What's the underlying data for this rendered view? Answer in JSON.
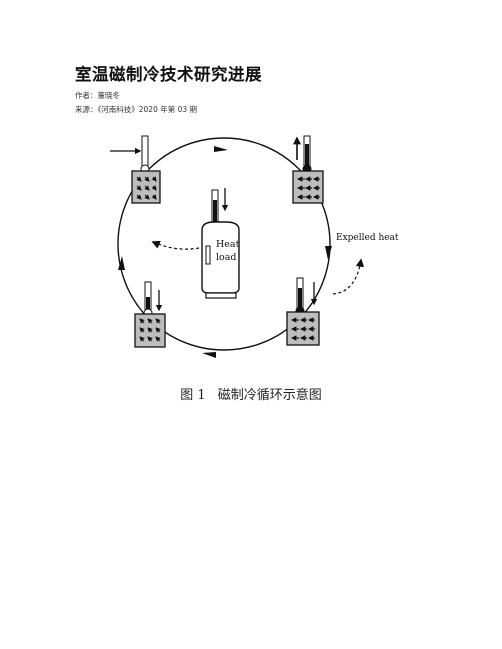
{
  "document": {
    "title": "室温磁制冷技术研究进展",
    "author_line": "作者：董晓冬",
    "source_line": "来源：《河南科技》2020 年第 03 期"
  },
  "figure": {
    "heat_load_line1": "Heat",
    "heat_load_line2": "load",
    "expelled_heat": "Expelled heat",
    "caption_number": "图 1",
    "caption_text": "磁制冷循环示意图"
  }
}
